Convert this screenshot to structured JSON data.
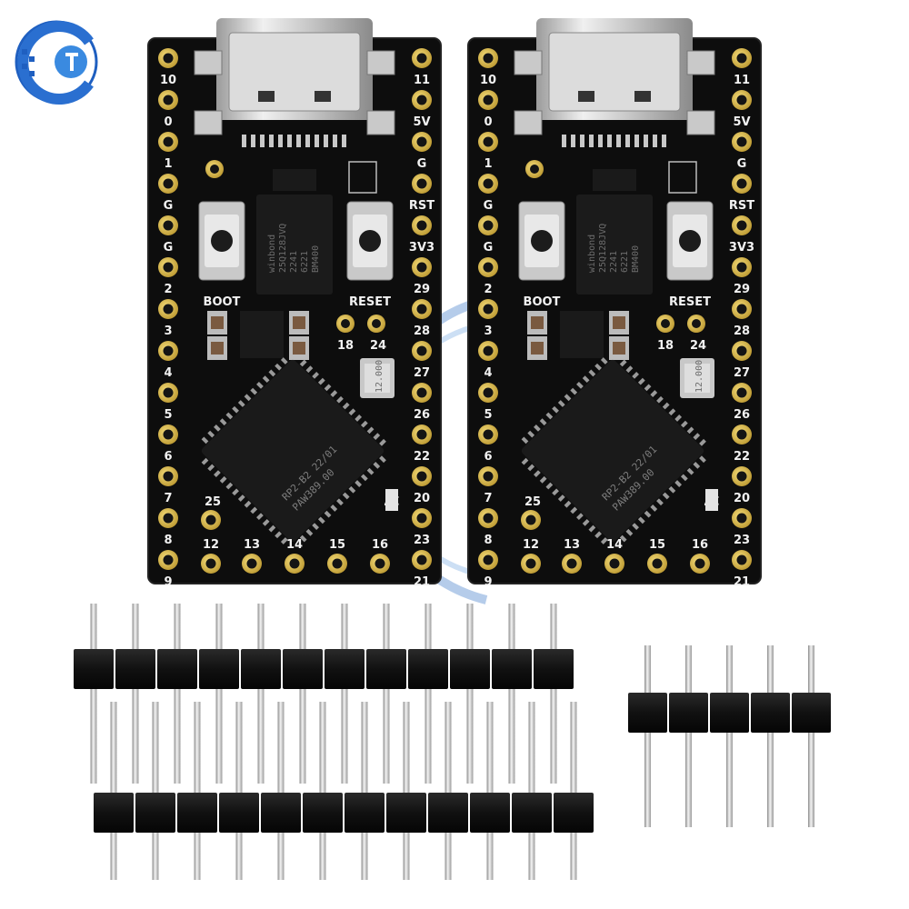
{
  "board_labels": {
    "left_header": [
      "10",
      "0",
      "1",
      "G",
      "G",
      "2",
      "3",
      "4",
      "5",
      "6",
      "7",
      "8",
      "9"
    ],
    "right_header": [
      "11",
      "5V",
      "G",
      "RST",
      "3V3",
      "29",
      "28",
      "27",
      "26",
      "22",
      "20",
      "23",
      "21"
    ],
    "bottom_row": [
      "12",
      "13",
      "14",
      "15",
      "16"
    ],
    "inner": [
      "18",
      "24",
      "25",
      "17"
    ],
    "boot_button": "BOOT",
    "reset_button": "RESET"
  },
  "chips": {
    "mcu_line1": "RP2-B2  22/01",
    "mcu_line2": "PAW389.00",
    "flash_brand": "winbond",
    "flash_line1": "25Q128JVQ",
    "flash_line2": "2241",
    "flash_line3": "6221",
    "flash_line4": "BM400",
    "crystal": "12.000"
  },
  "colors": {
    "pcb": "#0e0e0e",
    "gold": "#d8b94a",
    "silk": "#f2f2f2",
    "watermark": "#2e6fc4"
  },
  "pin_headers": {
    "long_strip_count": 12,
    "short_strip_count": 5
  }
}
